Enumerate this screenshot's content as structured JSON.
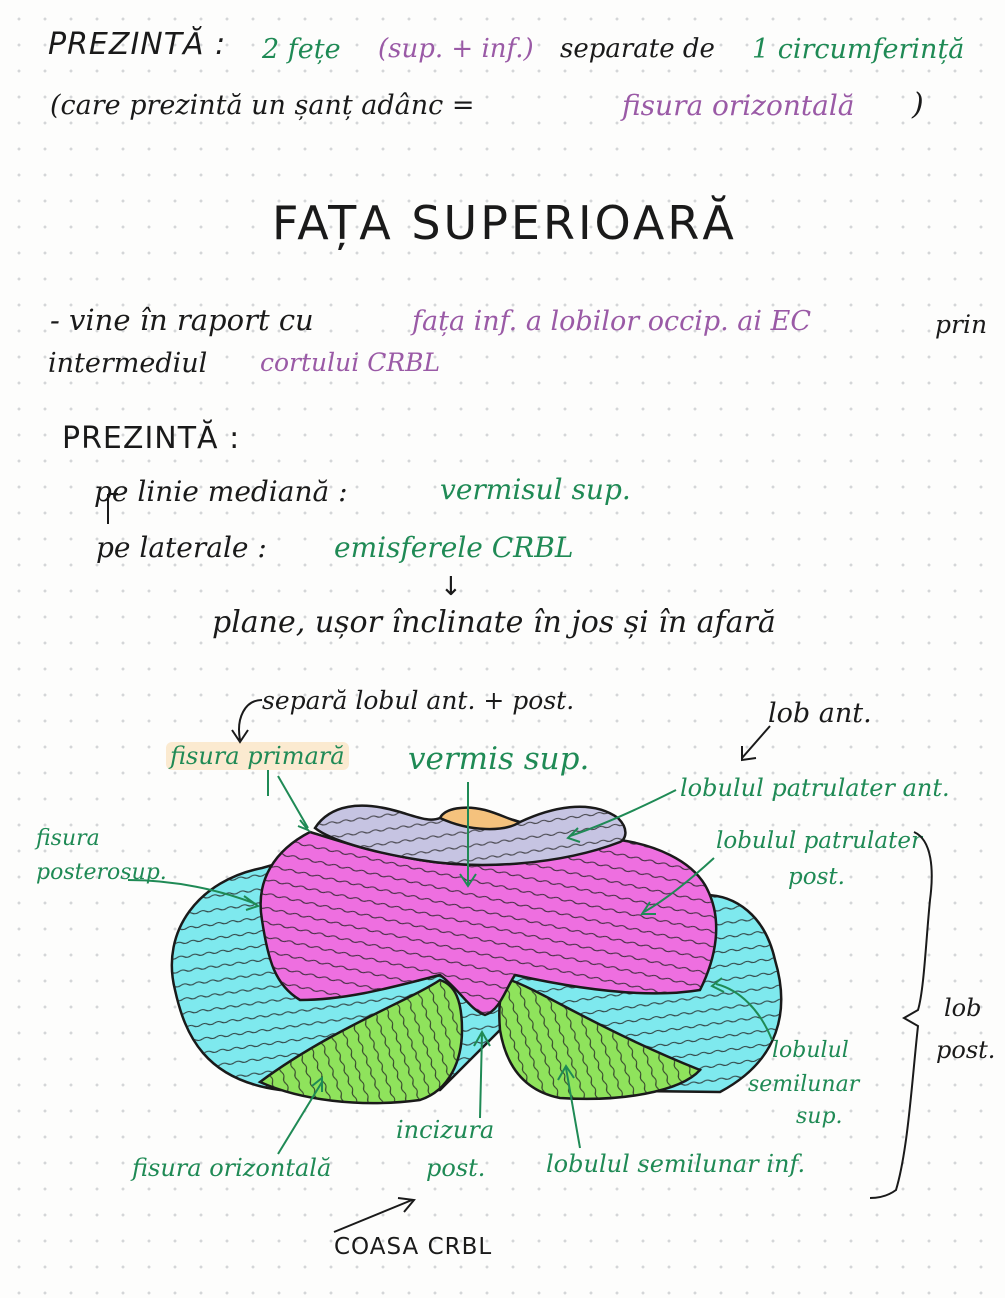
{
  "intro": {
    "line1_a": "PREZINTĂ :",
    "line1_b": "2 fețe",
    "line1_c": "(sup. + inf.)",
    "line1_d": "separate de",
    "line1_e": "1 circumferință",
    "line2_a": "(care prezintă un șanț adânc =",
    "line2_b": "fisura orizontală",
    "line2_c": ")"
  },
  "title": "FAȚA SUPERIOARĂ",
  "relation": {
    "line1_a": "- vine în raport cu",
    "line1_b": "fața inf. a lobilor occip. ai EC",
    "line1_c": "prin",
    "line2_a": "intermediul",
    "line2_b": "cortului CRBL"
  },
  "presents": {
    "heading": "PREZINTĂ :",
    "row1_a": "pe linie mediană :",
    "row1_b": "vermisul sup.",
    "row2_a": "pe laterale :",
    "row2_b": "emisferele CRBL",
    "arrow": "↓",
    "row3": "plane, ușor înclinate în jos și în afară"
  },
  "labels": {
    "separa": "separă lobul ant. + post.",
    "lob_ant": "lob ant.",
    "fisura_primara": "fisura primară",
    "vermis_sup": "vermis sup.",
    "lobulul_patrulater_ant": "lobulul patrulater ant.",
    "fisura_posterosup_1": "fisura",
    "fisura_posterosup_2": "posterosup.",
    "lobulul_patrulater_post_1": "lobulul patrulater",
    "lobulul_patrulater_post_2": "post.",
    "lob_post_1": "lob",
    "lob_post_2": "post.",
    "lobulul_semilunar_sup_1": "lobulul",
    "lobulul_semilunar_sup_2": "semilunar",
    "lobulul_semilunar_sup_3": "sup.",
    "fisura_orizontala": "fisura orizontală",
    "incizura_post_1": "incizura",
    "incizura_post_2": "post.",
    "lobulul_semilunar_inf": "lobulul semilunar inf.",
    "coasa_crbl": "COASA CRBL"
  },
  "colors": {
    "ink": "#1a1a1a",
    "green_ink": "#1f8a55",
    "purple_ink": "#9a5aa6",
    "highlight": "#fbead0",
    "region_anterior_quadrangular": "#c6c4e2",
    "region_vermis_top": "#f5c27d",
    "region_posterior_quadrangular": "#ee6fe0",
    "region_superior_semilunar": "#7ee9ee",
    "region_inferior_semilunar": "#8fe35c"
  },
  "icons": [
    "arrow-icon",
    "curved-arrow-icon",
    "brace-icon"
  ]
}
